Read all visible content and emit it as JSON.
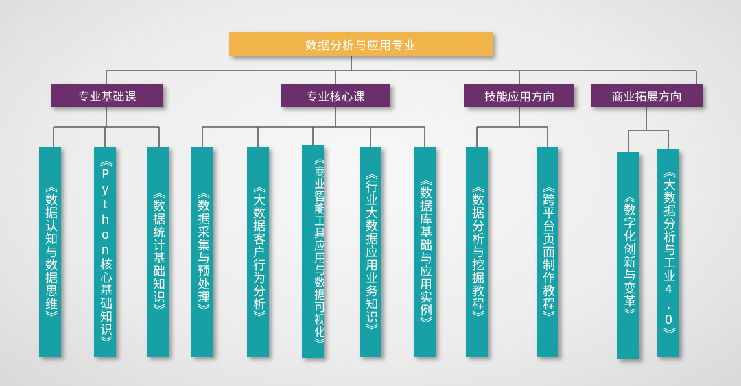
{
  "diagram": {
    "root": "数据分析与应用专业",
    "categories": [
      {
        "label": "专业基础课",
        "courses": [
          "《数据认知与数据思维》",
          "《Python核心基础知识》",
          "《数据统计基础知识》"
        ]
      },
      {
        "label": "专业核心课",
        "courses": [
          "《数据采集与预处理》",
          "《大数据客户行为分析》",
          "《商业智能工具应用与数据可视化》",
          "《行业大数据应用业务知识》",
          "《数据库基础与应用实例》"
        ]
      },
      {
        "label": "技能应用方向",
        "courses": [
          "《数据分析与挖掘教程》",
          "《跨平台页面制作教程》"
        ]
      },
      {
        "label": "商业拓展方向",
        "courses": [
          "《数字化创新与变革》",
          "《大数据分析与工业4.0》"
        ]
      }
    ],
    "colors": {
      "root": "#f0b44a",
      "category": "#6b2f6b",
      "course": "#17a1a6",
      "connector": "#5a5a5a"
    }
  }
}
